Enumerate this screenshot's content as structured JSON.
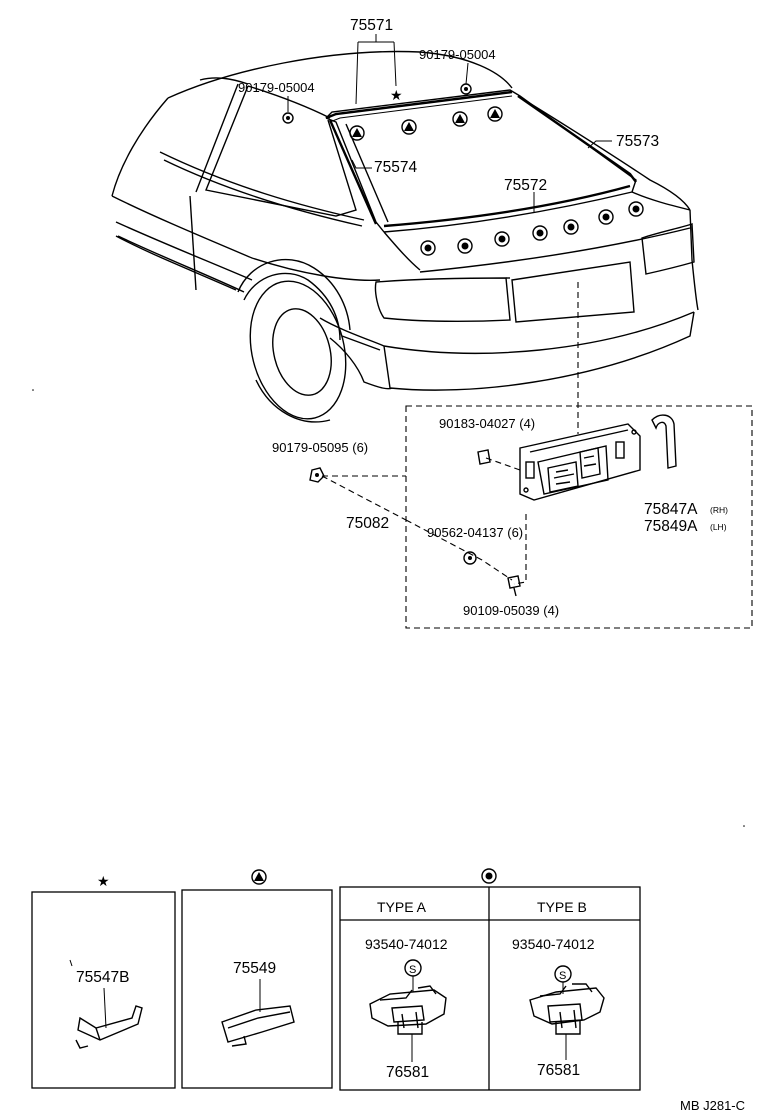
{
  "parts": {
    "p75571": "75571",
    "p90179_05004_right": "90179-05004",
    "p90179_05004_left": "90179-05004",
    "p75573": "75573",
    "p75574": "75574",
    "p75572": "75572",
    "p90183_04027": "90183-04027 (4)",
    "p90179_05095": "90179-05095 (6)",
    "p75082": "75082",
    "p90562_04137": "90562-04137 (6)",
    "p90109_05039": "90109-05039 (4)",
    "p75847A": "75847A",
    "p75847A_side": "(RH)",
    "p75849A": "75849A",
    "p75849A_side": "(LH)"
  },
  "legend": {
    "star_symbol": "★",
    "star_part": "75547B",
    "triangle_part": "75549",
    "circle_type_a": "TYPE A",
    "circle_type_b": "TYPE B",
    "type_a_clip": "93540-74012",
    "type_b_clip": "93540-74012",
    "type_a_retainer": "76581",
    "type_b_retainer": "76581",
    "s_mark": "S"
  },
  "footer": {
    "code": "MB J281-C"
  }
}
